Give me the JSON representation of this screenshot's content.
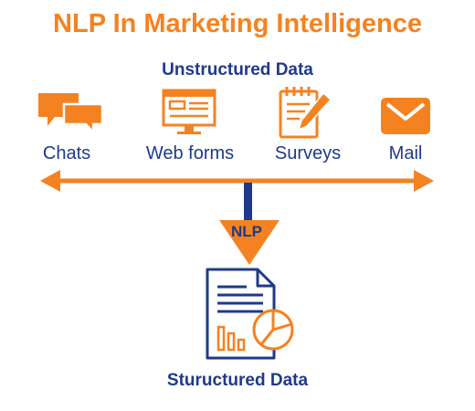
{
  "title": "NLP In Marketing Intelligence",
  "unstructured": {
    "heading": "Unstructured Data",
    "sources": [
      {
        "label": "Chats",
        "icon": "chat-bubbles-icon"
      },
      {
        "label": "Web forms",
        "icon": "web-form-monitor-icon"
      },
      {
        "label": "Surveys",
        "icon": "survey-notepad-icon"
      },
      {
        "label": "Mail",
        "icon": "mail-envelope-icon"
      }
    ]
  },
  "process": {
    "label": "NLP"
  },
  "structured": {
    "heading": "Stuructured Data",
    "icon": "structured-document-icon"
  },
  "colors": {
    "accent": "#f58220",
    "primary": "#1f3a8a"
  }
}
